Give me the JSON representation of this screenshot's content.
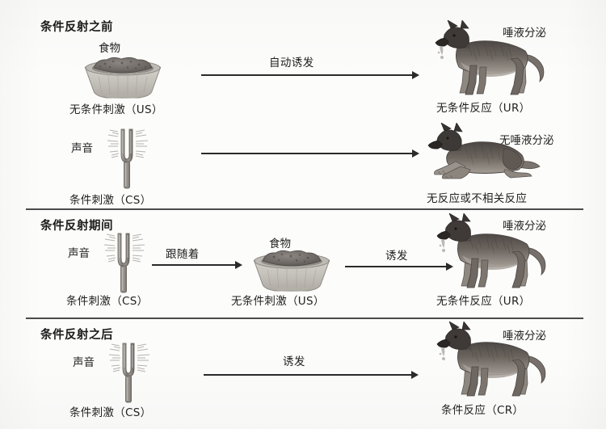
{
  "diagram": {
    "title_semantic": "classical-conditioning-pavlov-diagram",
    "sections": [
      {
        "id": "before",
        "heading": "条件反射之前",
        "rows": [
          {
            "id": "before-us-ur",
            "stimulus_top_label": "食物",
            "stimulus_icon": "food-bowl-icon",
            "stimulus_caption": "无条件刺激（US）",
            "arrow_label": "自动诱发",
            "response_top_label": "唾液分泌",
            "response_icon": "dog-standing-salivating-icon",
            "response_caption": "无条件反应（UR）"
          },
          {
            "id": "before-cs-none",
            "stimulus_top_label": "声音",
            "stimulus_icon": "tuning-fork-icon",
            "stimulus_caption": "条件刺激（CS）",
            "arrow_label": "",
            "response_top_label": "无唾液分泌",
            "response_icon": "dog-lying-icon",
            "response_caption": "无反应或不相关反应"
          }
        ]
      },
      {
        "id": "during",
        "heading": "条件反射期间",
        "rows": [
          {
            "id": "during-cs-us-ur",
            "stimulus_top_label": "声音",
            "stimulus_icon": "tuning-fork-icon",
            "stimulus_caption": "条件刺激（CS）",
            "arrow_label": "跟随着",
            "middle_top_label": "食物",
            "middle_icon": "food-bowl-icon",
            "middle_caption": "无条件刺激（US）",
            "arrow2_label": "诱发",
            "response_top_label": "唾液分泌",
            "response_icon": "dog-standing-salivating-icon",
            "response_caption": "无条件反应（UR）"
          }
        ]
      },
      {
        "id": "after",
        "heading": "条件反射之后",
        "rows": [
          {
            "id": "after-cs-cr",
            "stimulus_top_label": "声音",
            "stimulus_icon": "tuning-fork-icon",
            "stimulus_caption": "条件刺激（CS）",
            "arrow_label": "诱发",
            "response_top_label": "唾液分泌",
            "response_icon": "dog-standing-salivating-icon",
            "response_caption": "条件反应（CR）"
          }
        ]
      }
    ]
  },
  "colors": {
    "ink": "#1f1f1f",
    "rule": "#4b4b4b",
    "arrow": "#2a2a2a",
    "paper": "#fcfcfb",
    "dog_dark": "#4a4543",
    "dog_mid": "#736c67",
    "dog_light": "#a9a29c",
    "bowl_light": "#c9c6c0",
    "bowl_dark": "#6e6a64",
    "fork_metal": "#8e8a85"
  }
}
